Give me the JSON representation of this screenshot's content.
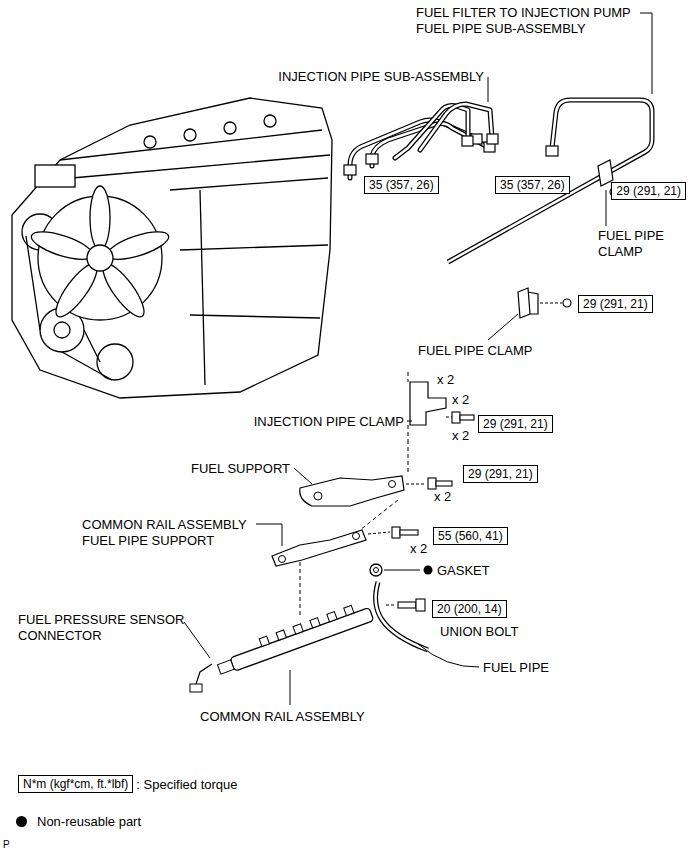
{
  "diagram": {
    "nodes": [
      {
        "text": [
          "35 (357, 26)"
        ]
      },
      {
        "text": [
          "35 (357, 26)"
        ]
      },
      {
        "text": [
          "29 (291, 21)"
        ]
      },
      {
        "text": [
          "29 (291, 21)"
        ]
      },
      {
        "text": [
          "29 (291, 21)"
        ]
      },
      {
        "text": [
          "29 (291, 21)"
        ]
      },
      {
        "text": [
          "55 (560, 41)"
        ]
      },
      {
        "text": [
          "20 (200, 14)"
        ]
      },
      {
        "text": [
          "N*m (kgf*cm, ft.*lbf)"
        ]
      }
    ],
    "labels": [
      "FUEL FILTER TO INJECTION PUMP FUEL PIPE SUB-ASSEMBLY",
      "INJECTION PIPE SUB-ASSEMBLY",
      "FUEL PIPE CLAMP",
      "FUEL PIPE CLAMP",
      "x 2",
      "x 2",
      "INJECTION PIPE CLAMP",
      "x 2",
      "FUEL SUPPORT",
      "x 2",
      "COMMON RAIL ASSEMBLY FUEL PIPE SUPPORT",
      "x 2",
      "GASKET",
      "UNION BOLT",
      "FUEL PRESSURE SENSOR CONNECTOR",
      "FUEL PIPE",
      "COMMON RAIL ASSEMBLY",
      ": Specified torque",
      "P"
    ],
    "legend": [
      {
        "text": "Non-reusable part"
      }
    ]
  }
}
